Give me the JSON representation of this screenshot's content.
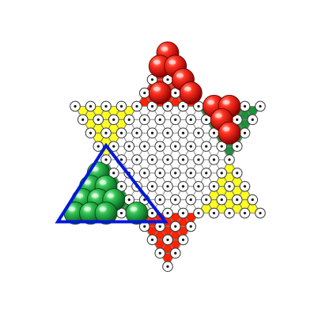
{
  "game": {
    "kind": "chinese-checkers",
    "zones": [
      {
        "name": "top",
        "color": "#ff2200"
      },
      {
        "name": "upper-left",
        "color": "#ffff22"
      },
      {
        "name": "upper-right",
        "color": "#1e8f3a"
      },
      {
        "name": "lower-left",
        "color": "#1e8f3a"
      },
      {
        "name": "lower-right",
        "color": "#ffff22"
      },
      {
        "name": "bottom",
        "color": "#ff2200"
      }
    ],
    "pieces": {
      "red": {
        "color": "#e01010",
        "count": 10
      },
      "green": {
        "color": "#20a040",
        "count": 10
      }
    },
    "highlight": {
      "target_zone": "lower-left",
      "color": "#0018d8"
    }
  }
}
